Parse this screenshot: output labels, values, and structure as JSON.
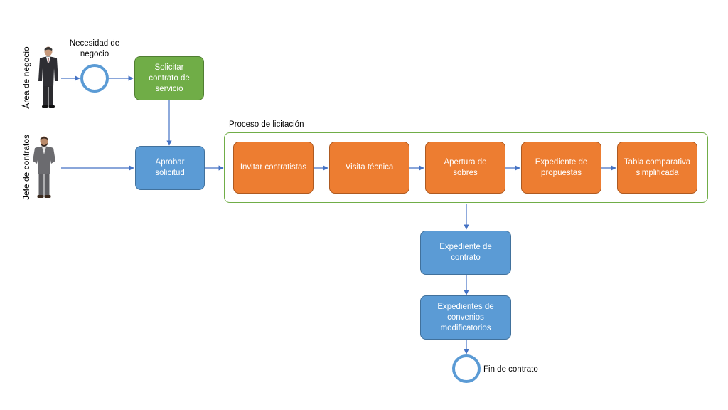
{
  "lanes": {
    "business": "Área de negocio",
    "contracts": "Jefe de contratos"
  },
  "events": {
    "start": "Necesidad de negocio",
    "end": "Fin de contrato"
  },
  "tasks": {
    "request": "Solicitar contrato de servicio",
    "approve": "Aprobar solicitud",
    "contract_file": "Expediente de contrato",
    "amendments": "Expedientes de convenios modificatorios"
  },
  "tender_group": {
    "label": "Proceso de licitación",
    "steps": [
      "Invitar contratistas",
      "Visita técnica",
      "Apertura de sobres",
      "Expediente de propuestas",
      "Tabla comparativa simplificada"
    ]
  },
  "colors": {
    "green": "#70ad47",
    "blue": "#5b9bd5",
    "orange": "#ed7d31",
    "connector": "#4472c4",
    "event_ring": "#5b9bd5"
  }
}
